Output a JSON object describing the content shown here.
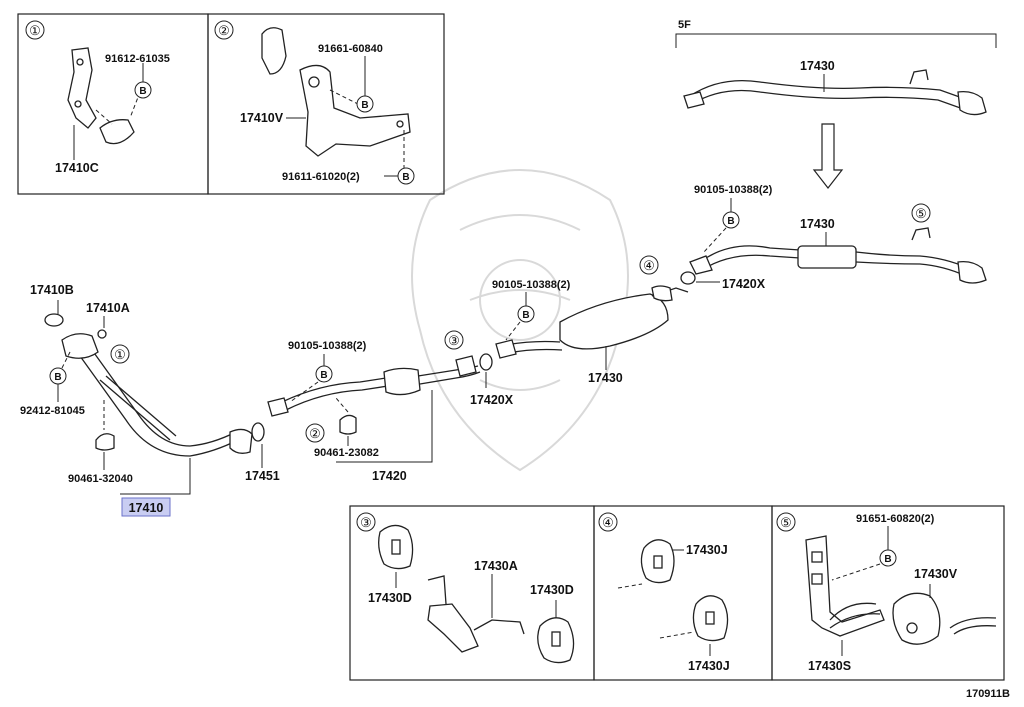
{
  "figure_id": "170911B",
  "variant_label": "5F",
  "highlighted_part": "17410",
  "highlight_color": "#c9cdf2",
  "inset_markers": [
    "①",
    "②",
    "③",
    "④",
    "⑤"
  ],
  "bolt_symbol": "B",
  "parts": {
    "p17410": "17410",
    "p17410B": "17410B",
    "p17410A": "17410A",
    "p17410C": "17410C",
    "p17410V": "17410V",
    "p17451": "17451",
    "p17420": "17420",
    "p17420X": "17420X",
    "p17430": "17430",
    "p17430A": "17430A",
    "p17430D": "17430D",
    "p17430J": "17430J",
    "p17430S": "17430S",
    "p17430V": "17430V"
  },
  "fasteners": {
    "f91612_61035": "91612-61035",
    "f91661_60840": "91661-60840",
    "f91611_61020": "91611-61020(2)",
    "f90105_10388": "90105-10388(2)",
    "f92412_81045": "92412-81045",
    "f90461_32040": "90461-32040",
    "f90461_23082": "90461-23082",
    "f91651_60820": "91651-60820(2)"
  }
}
